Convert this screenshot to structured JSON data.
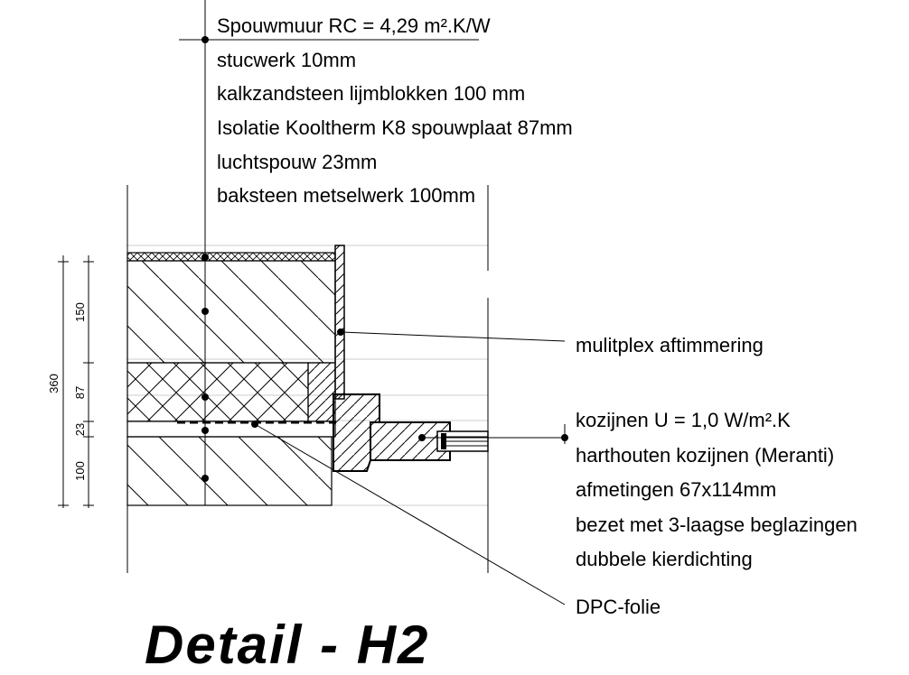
{
  "wall_spec": {
    "title": "Spouwmuur RC = 4,29 m².K/W",
    "layers": [
      "stucwerk 10mm",
      "kalkzandsteen lijmblokken 100 mm",
      "Isolatie Kooltherm K8 spouwplaat 87mm",
      "luchtspouw 23mm",
      "baksteen metselwerk 100mm"
    ]
  },
  "callouts": {
    "multiplex": "mulitplex aftimmering",
    "dpc": "DPC-folie"
  },
  "frame_spec": {
    "title": "kozijnen U = 1,0 W/m².K",
    "lines": [
      "harthouten kozijnen (Meranti)",
      "afmetingen 67x114mm",
      "bezet met 3-laagse beglazingen",
      "dubbele kierdichting"
    ]
  },
  "dimensions": {
    "total": "360",
    "parts": [
      "150",
      "87",
      "23",
      "100"
    ]
  },
  "detail_title": "Detail - H2"
}
